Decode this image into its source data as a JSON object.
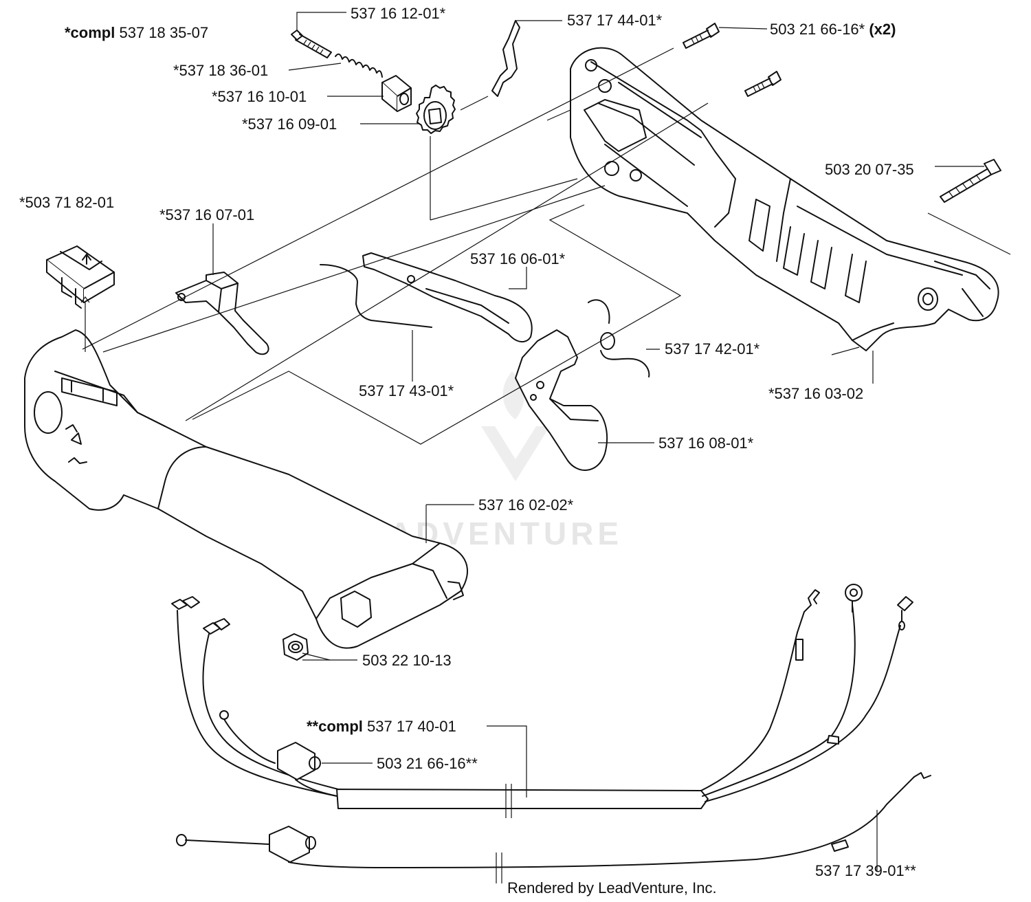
{
  "diagram": {
    "watermark": "LEADVENTURE",
    "footer": "Rendered by LeadVenture, Inc.",
    "labels": {
      "compl_1_prefix": "*compl",
      "compl_1_num": " 537 18 35-07",
      "p_537161201": "537 16 12-01*",
      "p_537174401": "537 17 44-01*",
      "p_503216616_top": "503 21 66-16*",
      "p_x2": " (x2)",
      "p_537183601": "*537 18 36-01",
      "p_537161001": "*537 16 10-01",
      "p_537160901": "*537 16 09-01",
      "p_503200735": "503 20 07-35",
      "p_503718201": "*503 71 82-01",
      "p_537160701": "*537 16 07-01",
      "p_537160601": "537 16 06-01*",
      "p_537174201": "537 17 42-01*",
      "p_537174301": "537 17 43-01*",
      "p_537160302": "*537 16 03-02",
      "p_537160801": "537 16 08-01*",
      "p_537160202": "537 16 02-02*",
      "p_503221013": "503 22 10-13",
      "compl_2_prefix": "**compl",
      "compl_2_num": " 537 17 40-01",
      "p_503216616_bottom": "503 21 66-16**",
      "p_537173901": "537 17 39-01**"
    }
  }
}
